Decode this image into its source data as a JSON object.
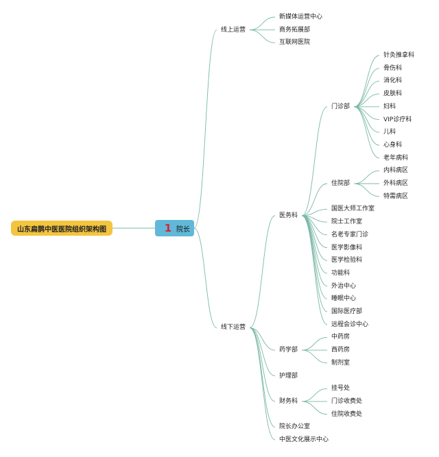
{
  "root": {
    "title": "山东扁鹊中医医院组织架构图"
  },
  "boss": {
    "badge": "1",
    "label": "院长"
  },
  "tree": [
    {
      "id": "online",
      "label": "线上运营",
      "children": [
        {
          "id": "o1",
          "label": "新媒体运营中心"
        },
        {
          "id": "o2",
          "label": "商务拓展部"
        },
        {
          "id": "o3",
          "label": "互联网医院"
        }
      ]
    },
    {
      "id": "offline",
      "label": "线下运营",
      "children": [
        {
          "id": "med",
          "label": "医务科",
          "children": [
            {
              "id": "clinic",
              "label": "门诊部",
              "children": [
                {
                  "label": "针灸推拿科"
                },
                {
                  "label": "骨伤科"
                },
                {
                  "label": "消化科"
                },
                {
                  "label": "皮肤科"
                },
                {
                  "label": "妇科"
                },
                {
                  "label": "VIP诊疗科"
                },
                {
                  "label": "儿科"
                },
                {
                  "label": "心身科"
                },
                {
                  "label": "老年病科"
                }
              ]
            },
            {
              "id": "ward",
              "label": "住院部",
              "children": [
                {
                  "label": "内科病区"
                },
                {
                  "label": "外科病区"
                },
                {
                  "label": "特需病区"
                }
              ]
            },
            {
              "label": "国医大师工作室"
            },
            {
              "label": "院士工作室"
            },
            {
              "label": "名老专家门诊"
            },
            {
              "label": "医学影像科"
            },
            {
              "label": "医学检验科"
            },
            {
              "label": "功能科"
            },
            {
              "label": "外治中心"
            },
            {
              "label": "睡眠中心"
            },
            {
              "label": "国际医疗部"
            },
            {
              "label": "远程会诊中心"
            }
          ]
        },
        {
          "id": "pharm",
          "label": "药学部",
          "children": [
            {
              "label": "中药房"
            },
            {
              "label": "西药房"
            },
            {
              "label": "制剂室"
            }
          ]
        },
        {
          "id": "nurse",
          "label": "护理部"
        },
        {
          "id": "fin",
          "label": "财务科",
          "children": [
            {
              "label": "挂号处"
            },
            {
              "label": "门诊收费处"
            },
            {
              "label": "住院收费处"
            }
          ]
        },
        {
          "id": "office",
          "label": "院长办公室"
        },
        {
          "id": "culture",
          "label": "中医文化展示中心"
        }
      ]
    }
  ],
  "colors": {
    "root_fill": "#f3c43f",
    "boss_fill": "#61b8d8",
    "badge": "#d9232d",
    "link": "#7ab8a6"
  }
}
